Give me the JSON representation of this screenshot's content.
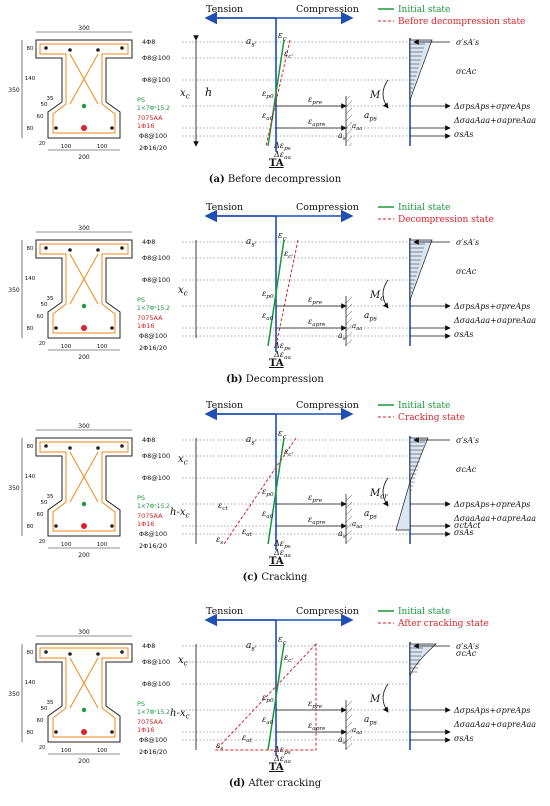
{
  "panels": [
    {
      "caption_letter": "(a)",
      "caption_text": "Before decompression",
      "legend_initial": "Initial state",
      "legend_state": "Before decompression state",
      "tension": "Tension",
      "compression": "Compression",
      "state_type": "pre"
    },
    {
      "caption_letter": "(b)",
      "caption_text": "Decompression",
      "legend_initial": "Initial state",
      "legend_state": "Decompression state",
      "tension": "Tension",
      "compression": "Compression",
      "state_type": "decomp"
    },
    {
      "caption_letter": "(c)",
      "caption_text": "Cracking",
      "legend_initial": "Initial state",
      "legend_state": "Cracking state",
      "tension": "Tension",
      "compression": "Compression",
      "state_type": "crack"
    },
    {
      "caption_letter": "(d)",
      "caption_text": "After cracking",
      "legend_initial": "Initial state",
      "legend_state": "After cracking state",
      "tension": "Tension",
      "compression": "Compression",
      "state_type": "after"
    }
  ],
  "section": {
    "dim_300": "300",
    "dim_200": "200",
    "dim_100a": "100",
    "dim_100b": "100",
    "dim_350": "350",
    "dim_80a": "80",
    "dim_140": "140",
    "dim_50": "50",
    "dim_60": "60",
    "dim_80b": "80",
    "dim_35": "35",
    "dim_20": "20",
    "rebar_top": "4Φ8",
    "stirrup1": "Φ8@100",
    "stirrup2": "Φ8@100",
    "stirrup3": "Φ8@100",
    "bottom": "2Φ16/20",
    "ps_label": "PS",
    "ps_strand": "1×7Φˢ15.2",
    "aa_label": "7075AA",
    "aa_bar": "1Φ16"
  },
  "labels": {
    "ta": "TA",
    "h": "h",
    "xc": "xc",
    "h_minus_xc": "h-xc",
    "a_s_prime": "a′s",
    "eps_c": "εc",
    "eps_c_prime": "εc′",
    "eps_p0": "εp0",
    "eps_pre": "εpre",
    "eps_a0": "εa0",
    "eps_apre": "εapre",
    "eps_at": "εat",
    "eps_ct": "εct",
    "eps_s": "εs",
    "d_eps_ps": "Δεps",
    "d_eps_aa": "Δεaa",
    "a_ps": "aps",
    "a_aa": "aaa",
    "a_s": "as",
    "moment_a": "M",
    "moment_b": "Mc",
    "moment_c": "Mcr",
    "moment_d": "M",
    "f_top": "σ′sA′s",
    "f_conc": "σcAc",
    "f_ps": "ΔσpsAps+σpreAps",
    "f_aa": "ΔσaaAaa+σapreAaa",
    "f_s": "σsAs",
    "f_ct": "σctAct"
  },
  "colors": {
    "axis_blue": "#1d4fb5",
    "initial_green": "#1a9a3a",
    "state_red": "#d8242a",
    "rebar_orange": "#f08a1c"
  }
}
